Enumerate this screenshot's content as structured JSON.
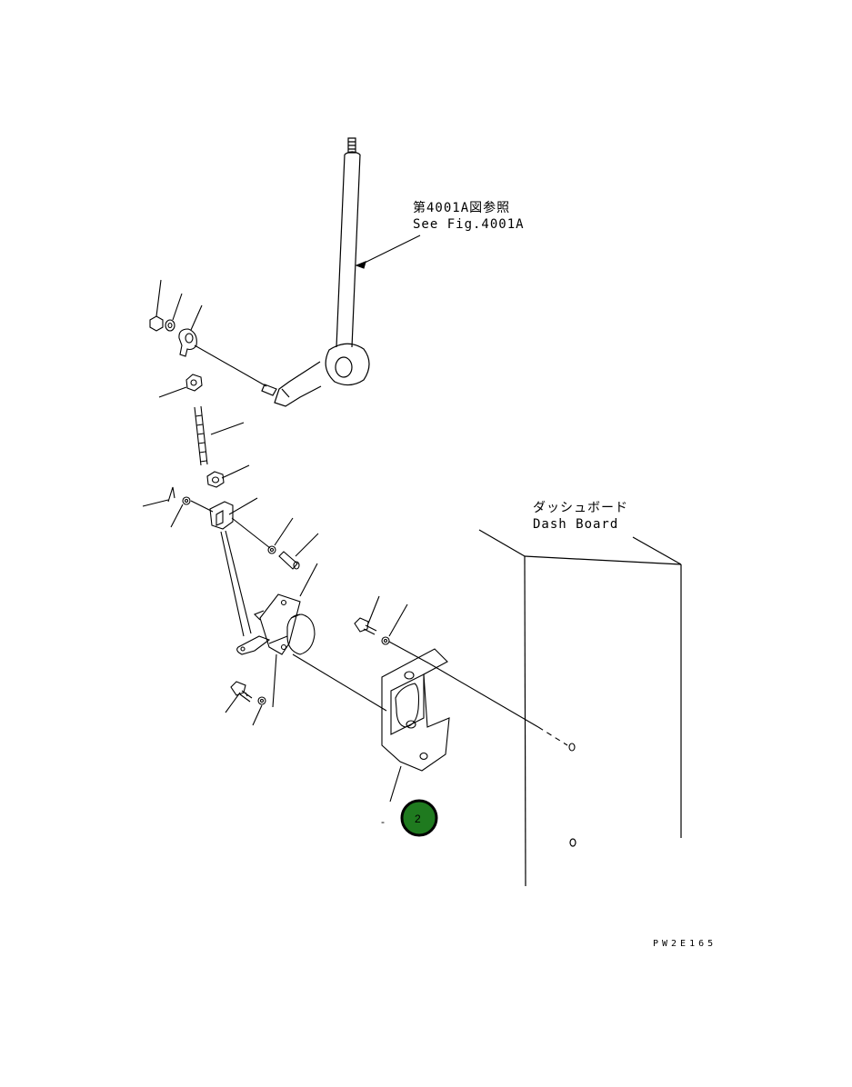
{
  "annotations": {
    "ref_jp": "第4001A図参照",
    "ref_en": "See Fig.4001A",
    "dash_jp": "ダッシュボード",
    "dash_en": "Dash Board",
    "figure_code": "PW2E165"
  },
  "callout": {
    "number": "2",
    "leader": "-",
    "color": "#1f7a1f"
  }
}
